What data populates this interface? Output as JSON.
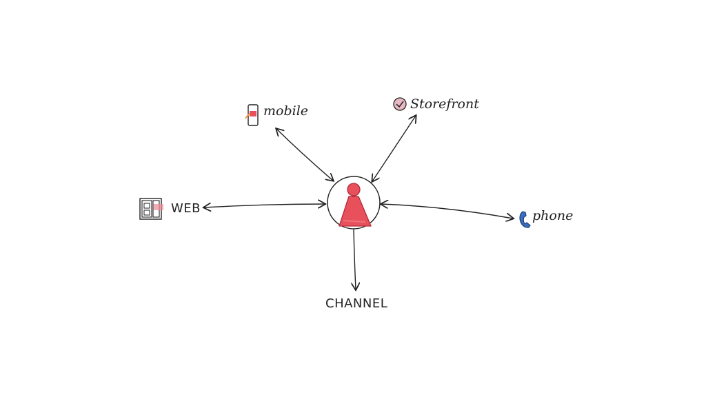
{
  "diagram": {
    "center": {
      "name": "customer"
    },
    "nodes": {
      "mobile": "mobile",
      "storefront": "Storefront",
      "web": "WEB",
      "phone": "phone",
      "channel": "CHANNEL"
    }
  },
  "colors": {
    "ink": "#222222",
    "accent_red": "#d94a5a",
    "phone_blue": "#3a6fbf"
  }
}
